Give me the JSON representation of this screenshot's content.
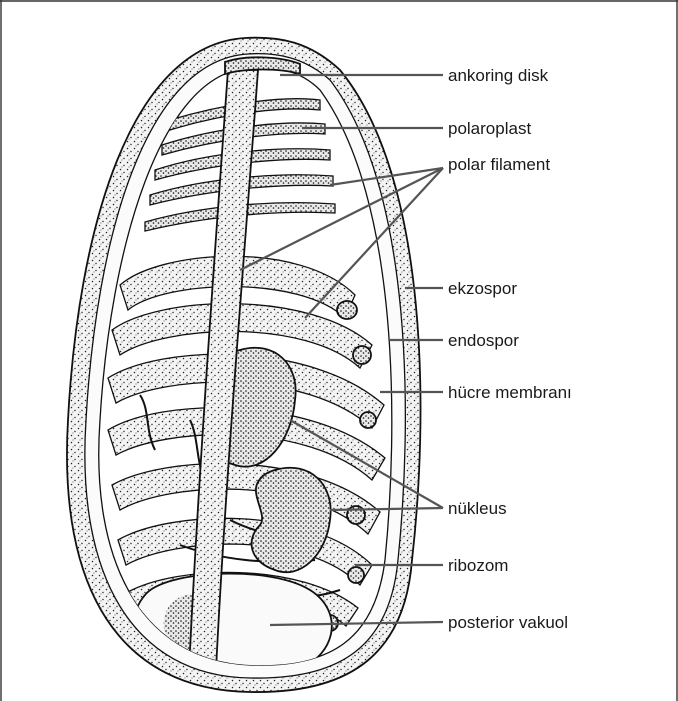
{
  "labels": {
    "ankoring_disk": "ankoring disk",
    "polaroplast": "polaroplast",
    "polar_filament": "polar filament",
    "ekzospor": "ekzospor",
    "endospor": "endospor",
    "hucre_membrani": "hücre membranı",
    "nukleus": "nükleus",
    "ribozom": "ribozom",
    "posterior_vakuol": "posterior vakuol"
  }
}
